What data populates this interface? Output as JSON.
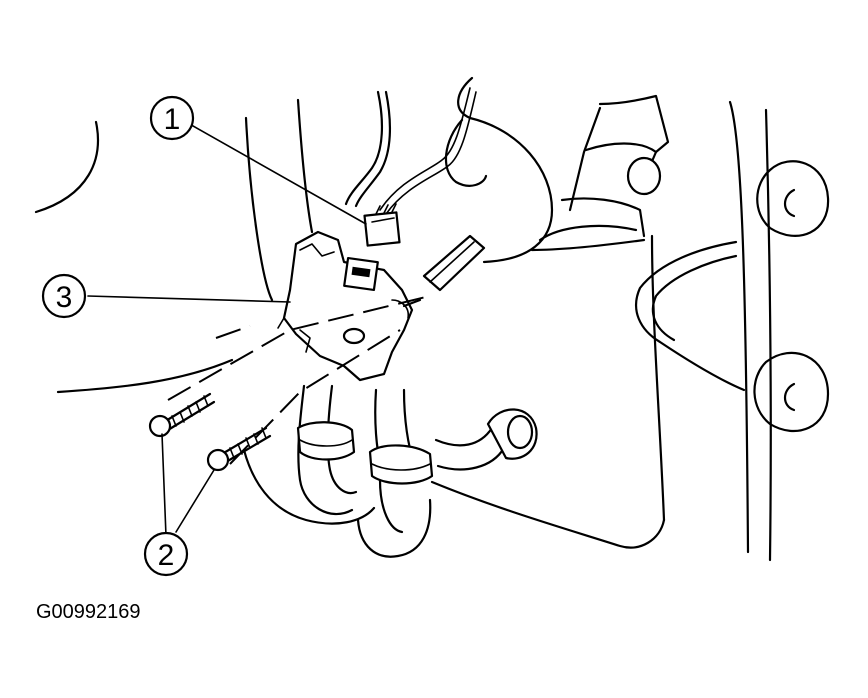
{
  "callouts": [
    {
      "id": "callout-1",
      "label": "1"
    },
    {
      "id": "callout-2",
      "label": "2"
    },
    {
      "id": "callout-3",
      "label": "3"
    }
  ],
  "figure_code": "G00992169"
}
